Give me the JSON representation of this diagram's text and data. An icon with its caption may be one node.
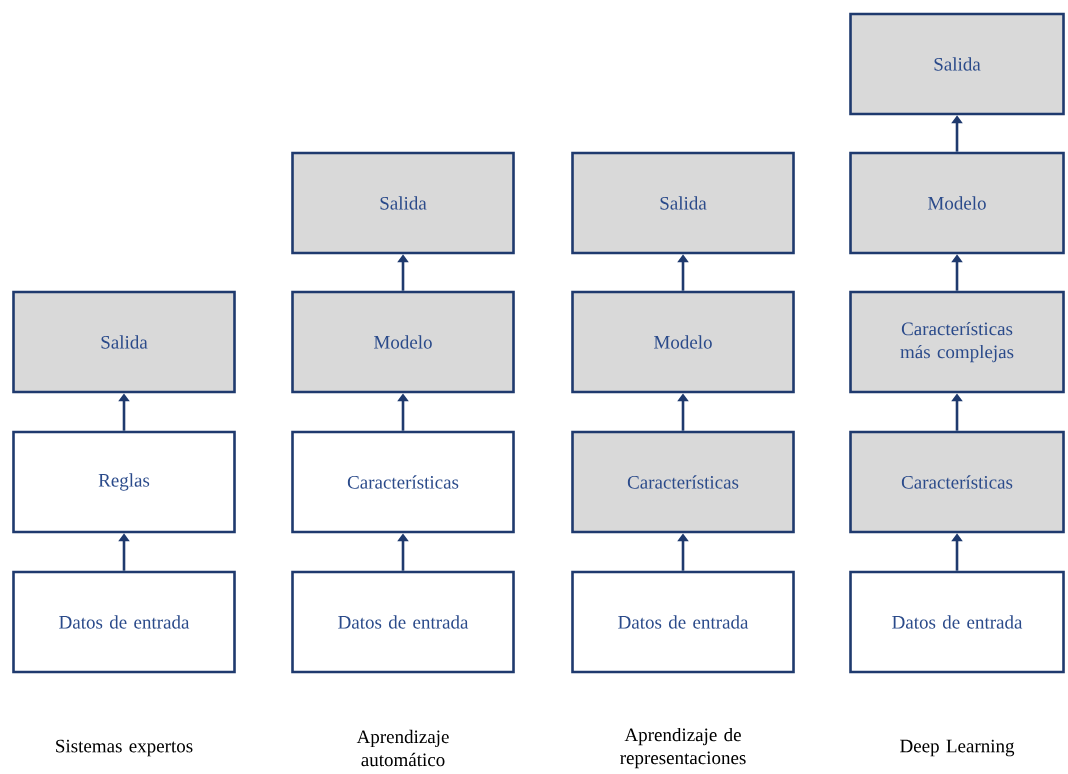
{
  "diagram": {
    "nodes": [
      {
        "text": [
          "Salida"
        ]
      },
      {
        "text": [
          "Reglas"
        ]
      },
      {
        "text": [
          "Datos de entrada"
        ]
      },
      {
        "text": [
          "Salida"
        ]
      },
      {
        "text": [
          "Modelo"
        ]
      },
      {
        "text": [
          "Características"
        ]
      },
      {
        "text": [
          "Datos de entrada"
        ]
      },
      {
        "text": [
          "Salida"
        ]
      },
      {
        "text": [
          "Modelo"
        ]
      },
      {
        "text": [
          "Características"
        ]
      },
      {
        "text": [
          "Datos de entrada"
        ]
      },
      {
        "text": [
          "Salida"
        ]
      },
      {
        "text": [
          "Modelo"
        ]
      },
      {
        "text": [
          "Características más complejas"
        ]
      },
      {
        "text": [
          "Características"
        ]
      },
      {
        "text": [
          "Datos de entrada"
        ]
      }
    ],
    "edges": [
      {
        "from": 2,
        "to": 1,
        "arrow": "to"
      },
      {
        "from": 1,
        "to": 0,
        "arrow": "to"
      },
      {
        "from": 6,
        "to": 5,
        "arrow": "to"
      },
      {
        "from": 5,
        "to": 4,
        "arrow": "to"
      },
      {
        "from": 4,
        "to": 3,
        "arrow": "to"
      },
      {
        "from": 10,
        "to": 9,
        "arrow": "to"
      },
      {
        "from": 9,
        "to": 8,
        "arrow": "to"
      },
      {
        "from": 8,
        "to": 7,
        "arrow": "to"
      },
      {
        "from": 15,
        "to": 14,
        "arrow": "to"
      },
      {
        "from": 14,
        "to": 13,
        "arrow": "to"
      },
      {
        "from": 13,
        "to": 12,
        "arrow": "to"
      },
      {
        "from": 12,
        "to": 11,
        "arrow": "to"
      }
    ],
    "labels": [
      "Sistemas expertos",
      "Aprendizaje automático",
      "Aprendizaje de representaciones",
      "Deep Learning"
    ]
  }
}
